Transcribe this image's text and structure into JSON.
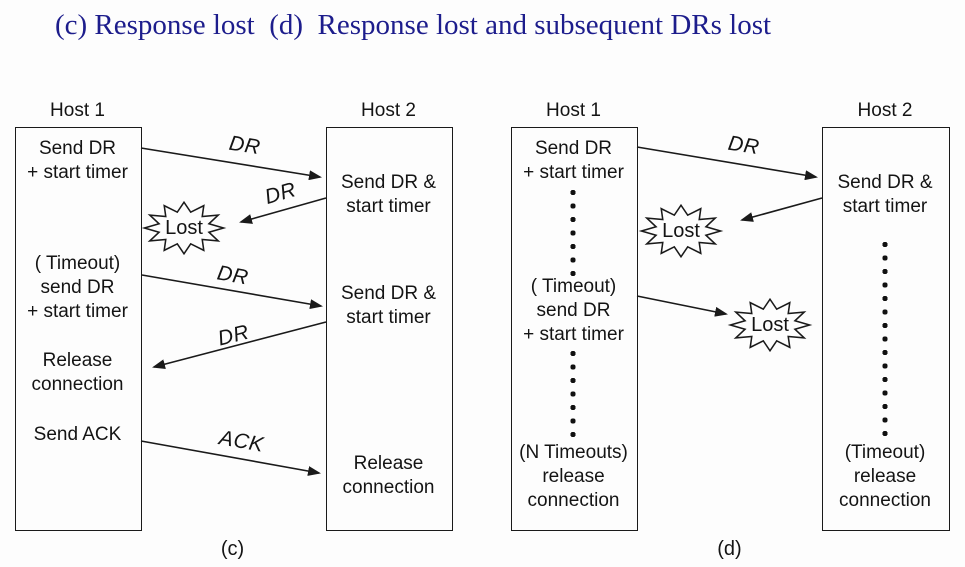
{
  "title": "(c) Response lost  (d)  Response lost and subsequent DRs lost",
  "colors": {
    "title": "#1d1d8c",
    "line": "#1a1a1a",
    "background": "#fdfdfd"
  },
  "panels": {
    "c": {
      "caption": "(c)",
      "host1_title": "Host 1",
      "host2_title": "Host 2",
      "host1_events": {
        "send_dr": "Send DR\n+ start timer",
        "timeout_send_dr": "( Timeout)\nsend DR\n+ start timer",
        "release": "Release\nconnection",
        "send_ack": "Send ACK"
      },
      "host2_events": {
        "send_dr_1": "Send DR &\nstart timer",
        "send_dr_2": "Send DR &\nstart timer",
        "release": "Release\nconnection"
      },
      "messages": {
        "dr1": "DR",
        "dr2": "DR",
        "dr3": "DR",
        "dr4": "DR",
        "ack": "ACK"
      },
      "lost_label": "Lost"
    },
    "d": {
      "caption": "(d)",
      "host1_title": "Host 1",
      "host2_title": "Host 2",
      "host1_events": {
        "send_dr": "Send DR\n+ start timer",
        "timeout_send_dr": "( Timeout)\nsend DR\n+ start timer",
        "n_timeouts_release": "(N Timeouts)\nrelease\nconnection"
      },
      "host2_events": {
        "send_dr": "Send DR &\nstart timer",
        "timeout_release": "(Timeout)\nrelease\nconnection"
      },
      "messages": {
        "dr1": "DR"
      },
      "lost_label_1": "Lost",
      "lost_label_2": "Lost"
    }
  }
}
